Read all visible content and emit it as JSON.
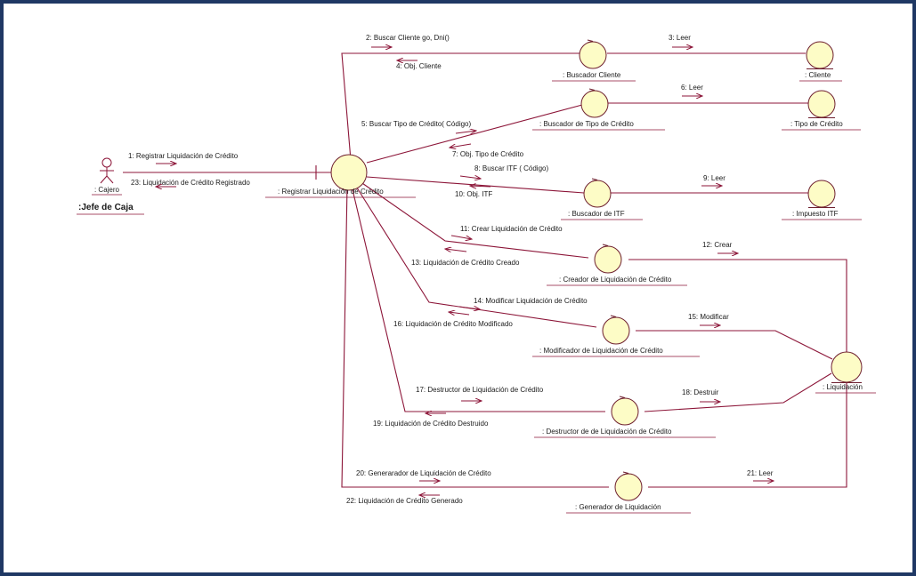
{
  "diagram": {
    "frame_color": "#1f3864",
    "line_color": "#8c1538",
    "object_fill": "#fdfcc6",
    "actor": {
      "name": ": Cajero",
      "role": ":Jefe de Caja"
    },
    "objects": {
      "registrar": ": Registrar Liquidación de Crédito",
      "buscador_cliente": ": Buscador Cliente",
      "cliente": ": Cliente",
      "buscador_tipo": ": Buscador de Tipo de Crédito",
      "tipo_credito": ": Tipo de Crédito",
      "buscador_itf": ": Buscador de ITF",
      "impuesto_itf": ": Impuesto ITF",
      "creador": ": Creador de Liquidación de Crédito",
      "modificador": ": Modificador de Liquidación de Crédito",
      "destructor": ": Destructor de de Liquidación de Crédito",
      "generador": ": Generador de Liquidación",
      "liquidacion": ": Liquidación"
    },
    "messages": {
      "m1": "1: Registrar Liquidación de Crédito",
      "m2": "2: Buscar Cliente  go, Dni()",
      "m3": "3: Leer",
      "m4": "4: Obj. Cliente",
      "m5": "5: Buscar Tipo de Crédito( Código)",
      "m6": "6: Leer",
      "m7": "7: Obj. Tipo de Crédito",
      "m8": "8: Buscar ITF ( Código)",
      "m9": "9: Leer",
      "m10": "10: Obj. ITF",
      "m11": "11: Crear Liquidación de Crédito",
      "m12": "12: Crear",
      "m13": "13: Liquidación de Crédito Creado",
      "m14": "14: Modificar Liquidación de Crédito",
      "m15": "15: Modificar",
      "m16": "16: Liquidación de Crédito Modificado",
      "m17": "17: Destructor de Liquidación de Crédito",
      "m18": "18: Destruir",
      "m19": "19: Liquidación de Crédito Destruido",
      "m20": "20: Generarador de Liquidación de Crédito",
      "m21": "21: Leer",
      "m22": "22: Liquidación de Crédito Generado",
      "m23": "23: Liquidación de Crédito Registrado"
    }
  }
}
